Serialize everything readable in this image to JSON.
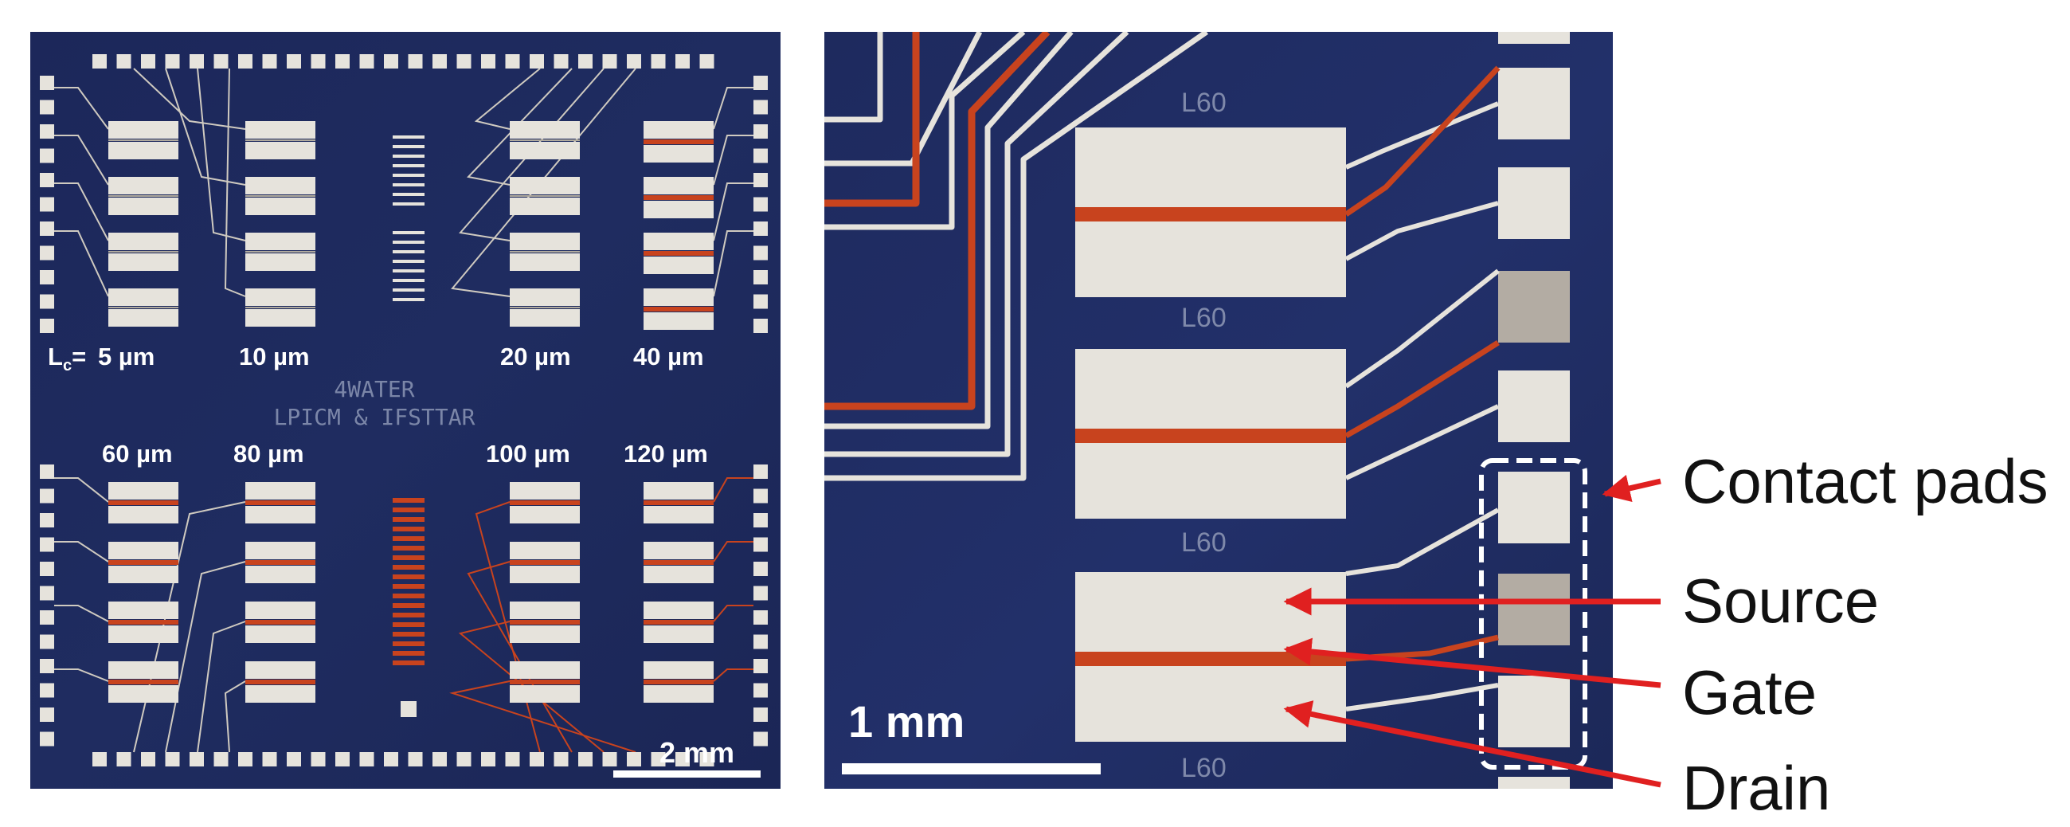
{
  "left_panel": {
    "top_labels": [
      "5 µm",
      "10  µm",
      "20  µm",
      "40  µm"
    ],
    "lc_prefix": "L",
    "lc_sub": "c",
    "bottom_labels": [
      "60  µm",
      "80  µm",
      "100  µm",
      "120  µm"
    ],
    "chip_text_line1": "4WATER",
    "chip_text_line2": "LPICM & IFSTTAR",
    "scale_label": "2 mm"
  },
  "right_panel": {
    "device_labels": [
      "L60",
      "L60",
      "L60",
      "L60"
    ],
    "scale_label": "1 mm"
  },
  "annotations": {
    "contact_pads": "Contact pads",
    "source": "Source",
    "gate": "Gate",
    "drain": "Drain"
  },
  "colors": {
    "substrate": "#1e2a5e",
    "electrode": "#e6e3dc",
    "gate_trace": "#c8431e",
    "arrow": "#e02020",
    "label_white": "#ffffff"
  }
}
